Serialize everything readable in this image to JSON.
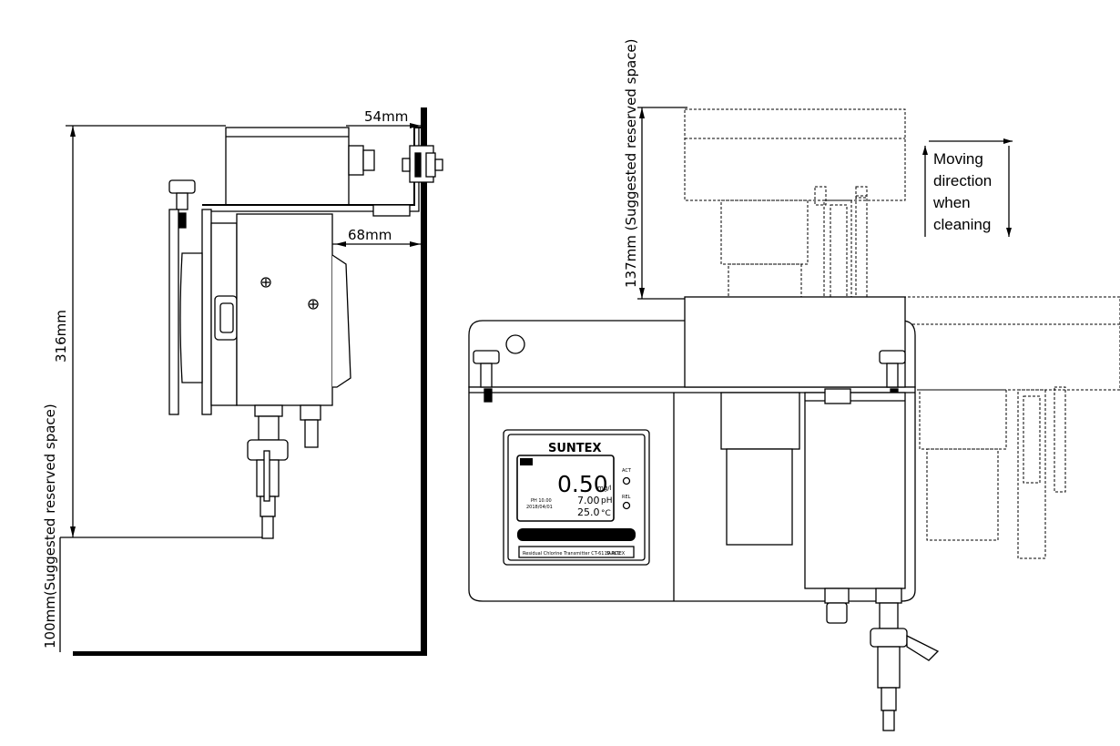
{
  "dimensions": {
    "side_top_offset": "54mm",
    "side_panel_offset": "68mm",
    "side_total_height": "316mm",
    "side_bottom_reserved": "100mm(Suggested reserved space)",
    "front_top_reserved": "137mm (Suggested reserved space)"
  },
  "note": {
    "line1": "Moving",
    "line2": "direction",
    "line3": "when",
    "line4": "cleaning"
  },
  "meter": {
    "brand": "SUNTEX",
    "main_value": "0.50",
    "main_unit": "mg/l",
    "ph_value": "7.00",
    "ph_unit": "pH",
    "temp_value": "25.0",
    "temp_unit": "°C",
    "small_line1": "PH 10.00",
    "small_line2": "2018/04/01",
    "label_act": "ACT",
    "label_rel": "REL",
    "model_label": "Residual Chlorine Transmitter CT-6110-RCL",
    "model_label_right": "SUNTEX"
  },
  "colors": {
    "line": "#000000",
    "background": "#ffffff"
  }
}
